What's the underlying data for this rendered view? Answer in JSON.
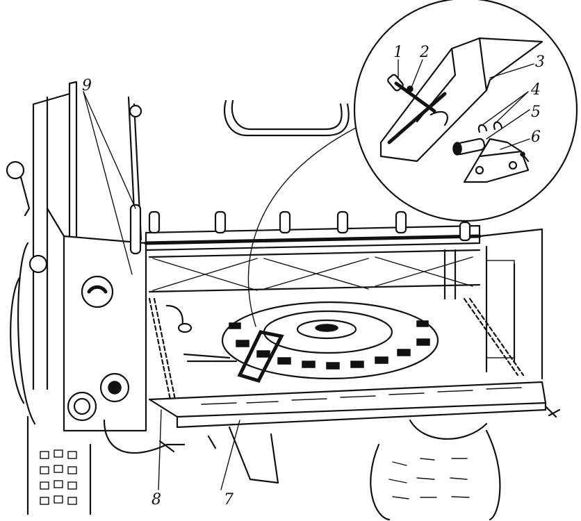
{
  "callouts": {
    "c1": "1",
    "c2": "2",
    "c3": "3",
    "c4": "4",
    "c5": "5",
    "c6": "6",
    "c7": "7",
    "c8": "8",
    "c9": "9"
  },
  "colors": {
    "ink": "#111111",
    "paper": "#ffffff"
  },
  "icons": {
    "tire": "spare-tire-icon",
    "pin": "hinge-pin-icon"
  }
}
